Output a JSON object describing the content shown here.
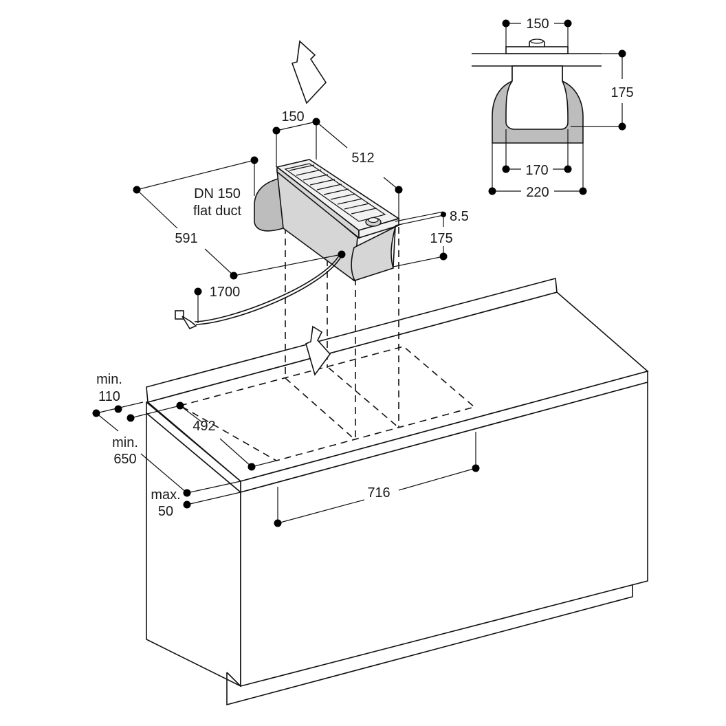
{
  "labels": {
    "duct_type": "DN 150",
    "duct_desc": "flat duct",
    "min_label_a": "min.",
    "min_label_b": "min.",
    "max_label": "max."
  },
  "dimensions": {
    "unit_width": "150",
    "unit_depth": "512",
    "duct_length": "591",
    "cable_length": "1700",
    "top_thickness": "8.5",
    "unit_height": "175",
    "counter_setback": "110",
    "counter_depth": "650",
    "cutout_depth": "492",
    "worktop_thickness": "50",
    "cutout_width": "716",
    "section_top_width": "150",
    "section_height": "175",
    "section_inner_width": "170",
    "section_outer_width": "220"
  }
}
